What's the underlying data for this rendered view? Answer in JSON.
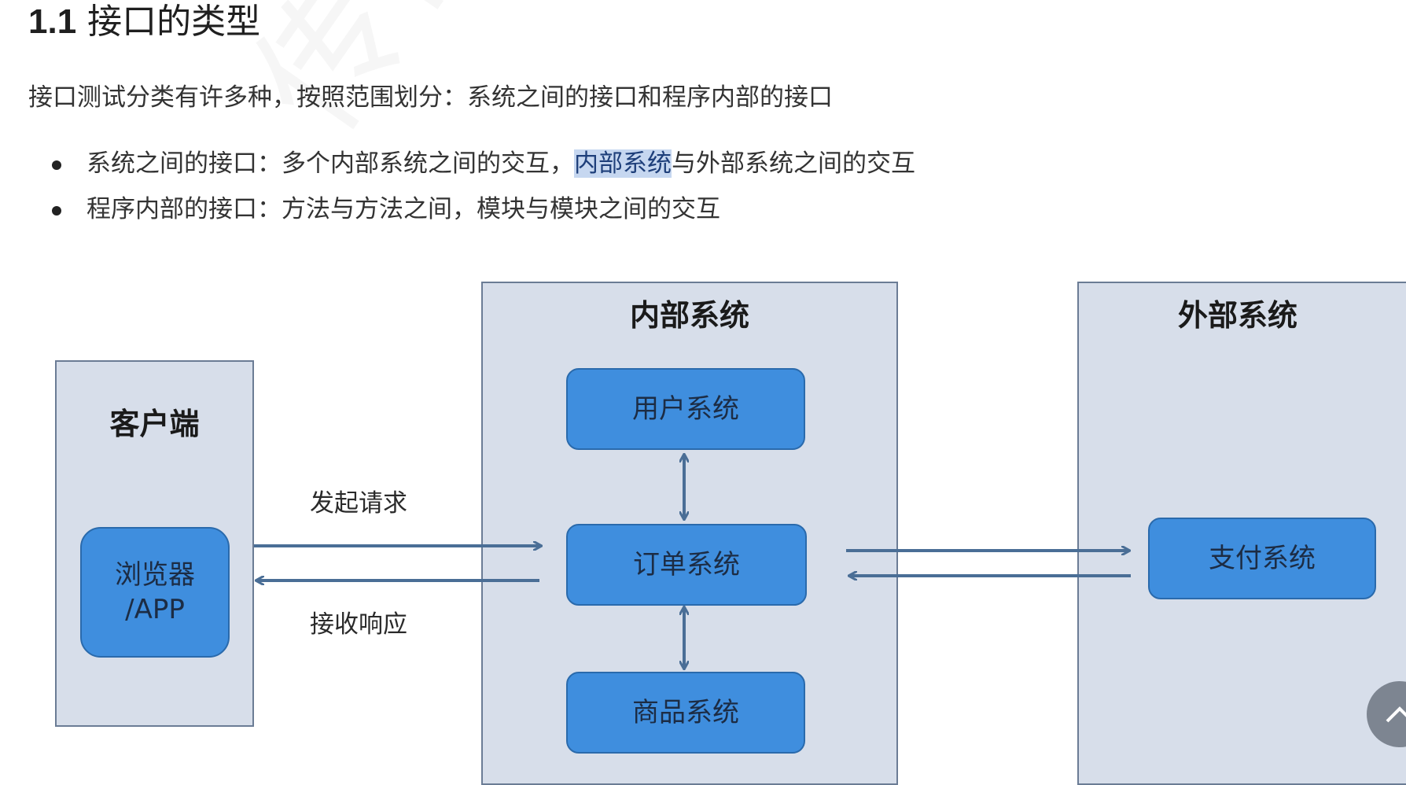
{
  "heading": {
    "number": "1.1",
    "title": "接口的类型"
  },
  "intro": "接口测试分类有许多种，按照范围划分：系统之间的接口和程序内部的接口",
  "bullets": [
    {
      "before": "系统之间的接口：多个内部系统之间的交互，",
      "highlight": "内部系统",
      "after": "与外部系统之间的交互"
    },
    {
      "before": "程序内部的接口：方法与方法之间，模块与模块之间的交互",
      "highlight": "",
      "after": ""
    }
  ],
  "diagram": {
    "client": {
      "title": "客户端",
      "node_line1": "浏览器",
      "node_line2": "/APP"
    },
    "internal": {
      "title": "内部系统",
      "user": "用户系统",
      "order": "订单系统",
      "product": "商品系统"
    },
    "external": {
      "title": "外部系统",
      "payment": "支付系统"
    },
    "request_label": "发起请求",
    "response_label": "接收响应"
  },
  "colors": {
    "panel": "#d7deea",
    "node": "#3f8ede",
    "arrow": "#4a6e96",
    "highlight": "#c6d7f0"
  },
  "icons": {
    "scroll_top": "chevron-up-icon"
  }
}
